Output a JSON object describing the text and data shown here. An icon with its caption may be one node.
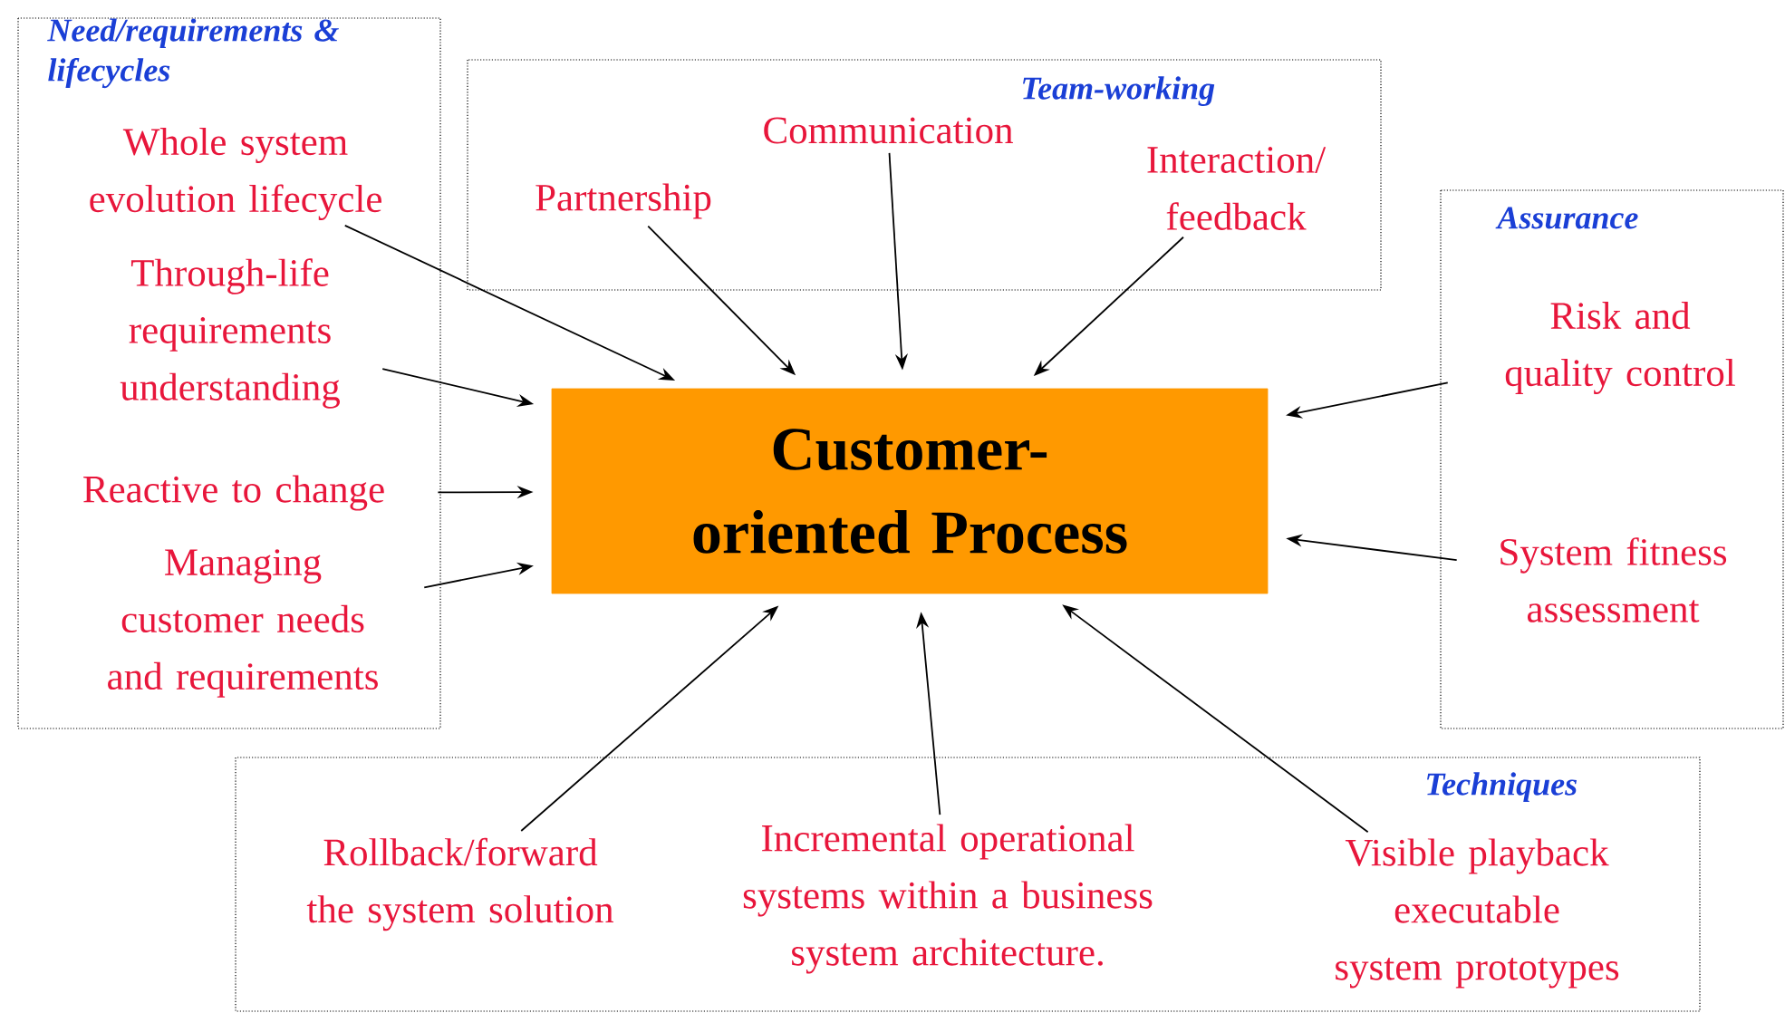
{
  "diagram": {
    "nodes": [
      {
        "text": [
          "Need/requirements & lifecycles"
        ]
      },
      {
        "text": [
          "Whole system evolution lifecycle"
        ],
        "in": 0
      },
      {
        "text": [
          "Through-life requirements understanding"
        ],
        "in": 0
      },
      {
        "text": [
          "Reactive to change"
        ],
        "in": 0
      },
      {
        "text": [
          "Managing customer needs and requirements"
        ],
        "in": 0
      },
      {
        "text": [
          "Team-working"
        ]
      },
      {
        "text": [
          "Communication"
        ],
        "in": 5
      },
      {
        "text": [
          "Partnership"
        ],
        "in": 5
      },
      {
        "text": [
          "Interaction/ feedback"
        ],
        "in": 5
      },
      {
        "text": [
          "Assurance"
        ]
      },
      {
        "text": [
          "Risk and quality control"
        ],
        "in": 9
      },
      {
        "text": [
          "System fitness assessment"
        ],
        "in": 9
      },
      {
        "text": [
          "Techniques"
        ]
      },
      {
        "text": [
          "Rollback/forward the system solution"
        ],
        "in": 12
      },
      {
        "text": [
          "Incremental operational systems within a business system architecture."
        ],
        "in": 12
      },
      {
        "text": [
          "Visible playback executable system prototypes"
        ],
        "in": 12
      },
      {
        "text": [
          "Customer-oriented Process"
        ]
      }
    ],
    "edges": [
      {
        "from": 1,
        "to": 16,
        "arrow": "to"
      },
      {
        "from": 2,
        "to": 16,
        "arrow": "to"
      },
      {
        "from": 3,
        "to": 16,
        "arrow": "to"
      },
      {
        "from": 4,
        "to": 16,
        "arrow": "to"
      },
      {
        "from": 7,
        "to": 16,
        "arrow": "to"
      },
      {
        "from": 6,
        "to": 16,
        "arrow": "to"
      },
      {
        "from": 8,
        "to": 16,
        "arrow": "to"
      },
      {
        "from": 10,
        "to": 16,
        "arrow": "to"
      },
      {
        "from": 11,
        "to": 16,
        "arrow": "to"
      },
      {
        "from": 13,
        "to": 16,
        "arrow": "to"
      },
      {
        "from": 14,
        "to": 16,
        "arrow": "to"
      },
      {
        "from": 15,
        "to": 16,
        "arrow": "to"
      }
    ]
  }
}
